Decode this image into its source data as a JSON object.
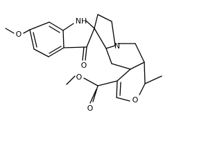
{
  "structure": {
    "atom_labels": {
      "nh": "NH",
      "n_bridge": "N",
      "o_methoxy": "O",
      "o_ketone": "O",
      "o_pyran": "O",
      "o_ester_carbonyl": "O",
      "o_ester_ether": "O"
    },
    "colors": {
      "bond": "#000000",
      "background": "#ffffff"
    }
  }
}
